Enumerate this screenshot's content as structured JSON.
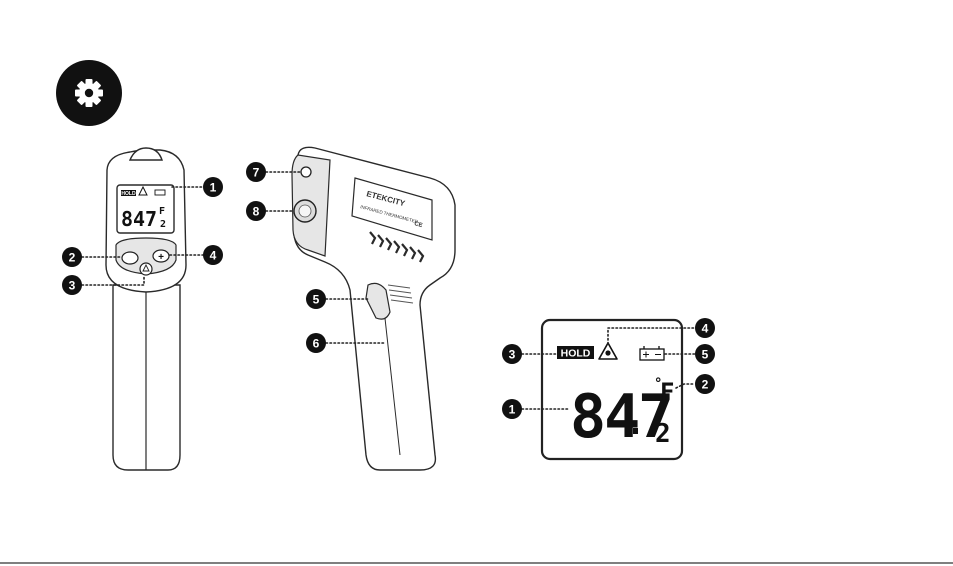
{
  "callouts": {
    "front": [
      "1",
      "2",
      "3",
      "4"
    ],
    "side": [
      "5",
      "6",
      "7",
      "8"
    ],
    "lcd": [
      "1",
      "2",
      "3",
      "4",
      "5"
    ]
  },
  "lcd": {
    "hold_label": "HOLD",
    "reading_main": "84",
    "reading_tenths": "7",
    "reading_sub": "2",
    "unit": "F",
    "degree": "°"
  },
  "front_device": {
    "hold_label": "HOLD",
    "reading": "84",
    "reading_tenths": "7",
    "unit": "F",
    "reading_sub": "2"
  },
  "side_device": {
    "brand": "ETEKCITY",
    "product_label": "INFRARED THERMOMETER",
    "ce_mark": "CE"
  },
  "icons": {
    "settings": "gear-icon",
    "laser": "laser-warning-icon",
    "battery": "battery-icon"
  }
}
